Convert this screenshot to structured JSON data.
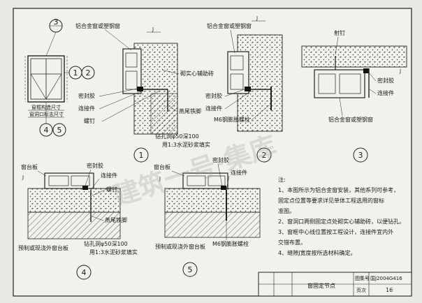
{
  "details": {
    "d1": {
      "number": "1",
      "labels": {
        "window": "铝合金窗或塑钢窗",
        "masonry": "砌实心辅助砖",
        "sealant": "密封胶",
        "connector": "连接件",
        "nail": "螺钉",
        "iron_foot": "燕尾铁脚",
        "drill": "钻孔洞φ50深100",
        "mortar": "用1:3水泥砂浆填实",
        "dim": "J"
      }
    },
    "d2": {
      "number": "2",
      "labels": {
        "window": "铝合金窗或塑钢窗",
        "sealant": "密封胶",
        "connector": "连接件",
        "bolt": "M6钢膨胀螺栓",
        "dim": "J"
      }
    },
    "d3": {
      "number": "3",
      "labels": {
        "nail": "射钉",
        "window": "铝合金窗或塑钢窗",
        "sealant": "密封胶",
        "connector": "连接件",
        "dim": "J"
      }
    },
    "d4": {
      "number": "4",
      "labels": {
        "sill": "窗台板",
        "sealant": "密封胶",
        "connector": "连接件",
        "nail": "螺钉",
        "iron_foot": "燕尾铁脚",
        "precast": "预制或现浇外窗台板",
        "drill": "钻孔洞φ50深100",
        "mortar": "用1:3水泥砂浆填实",
        "dim": "J"
      }
    },
    "d5": {
      "number": "5",
      "labels": {
        "sill": "窗台板",
        "sealant": "密封胶",
        "connector": "连接件",
        "precast": "预制或现浇外窗台板",
        "bolt": "M6钢膨胀螺栓",
        "dim": "J"
      }
    }
  },
  "elevation": {
    "callouts": [
      "3",
      "1",
      "2",
      "4",
      "5"
    ],
    "dim_frame": "窗框构造尺寸",
    "dim_opening": "窗洞口标志尺寸"
  },
  "notes": {
    "heading": "注:",
    "items": [
      "1、本图所示为铝合金窗安装，其他系列可参考，",
      "    固定点位置等要求详见单体工程选用的窗标",
      "    准图。",
      "2、窗洞口两侧固定点处砌实心辅助砖，以便钻孔。",
      "3、窗框中心线位置按工程设计，连接件宜内外",
      "    交错布置。",
      "4、缝隙J宽度按所选材料确定。"
    ]
  },
  "title_block": {
    "drawing_title": "窗固定节点",
    "atlas_label": "图集号",
    "atlas_no": "国J2004G416",
    "page_label": "页次",
    "page_no": "16"
  },
  "watermark": "建筑一号·集库"
}
